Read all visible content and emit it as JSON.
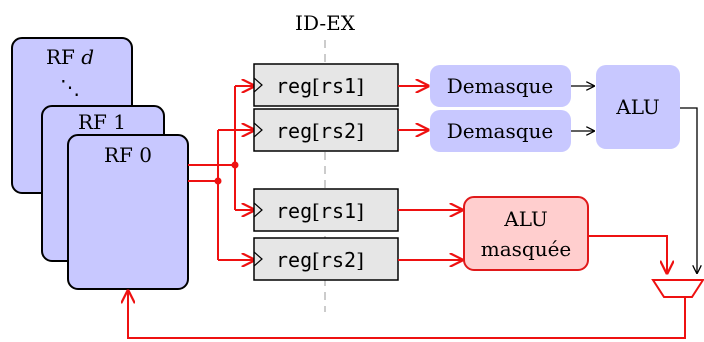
{
  "stage_label": "ID-EX",
  "register_files": [
    {
      "prefix": "RF",
      "index": "d"
    },
    {
      "prefix": "RF",
      "index": "1"
    },
    {
      "prefix": "RF",
      "index": "0"
    }
  ],
  "rf_ellipsis": "⋱",
  "pipeline_registers": [
    {
      "keyword": "reg",
      "arg": "rs1"
    },
    {
      "keyword": "reg",
      "arg": "rs2"
    },
    {
      "keyword": "reg",
      "arg": "rs1"
    },
    {
      "keyword": "reg",
      "arg": "rs2"
    }
  ],
  "unmask_blocks": [
    "Demasque",
    "Demasque"
  ],
  "alu_label": "ALU",
  "masked_alu": {
    "line1": "ALU",
    "line2": "masquée"
  },
  "colors": {
    "rf_fill": "#c8c8ff",
    "reg_fill": "#e6e6e6",
    "unmask_fill": "#c8c8ff",
    "masked_alu_fill": "#ffcece",
    "masked_alu_stroke": "#e0191a",
    "wire_red": "#ee1111",
    "wire_black": "#000000",
    "stage_line": "#999999"
  }
}
